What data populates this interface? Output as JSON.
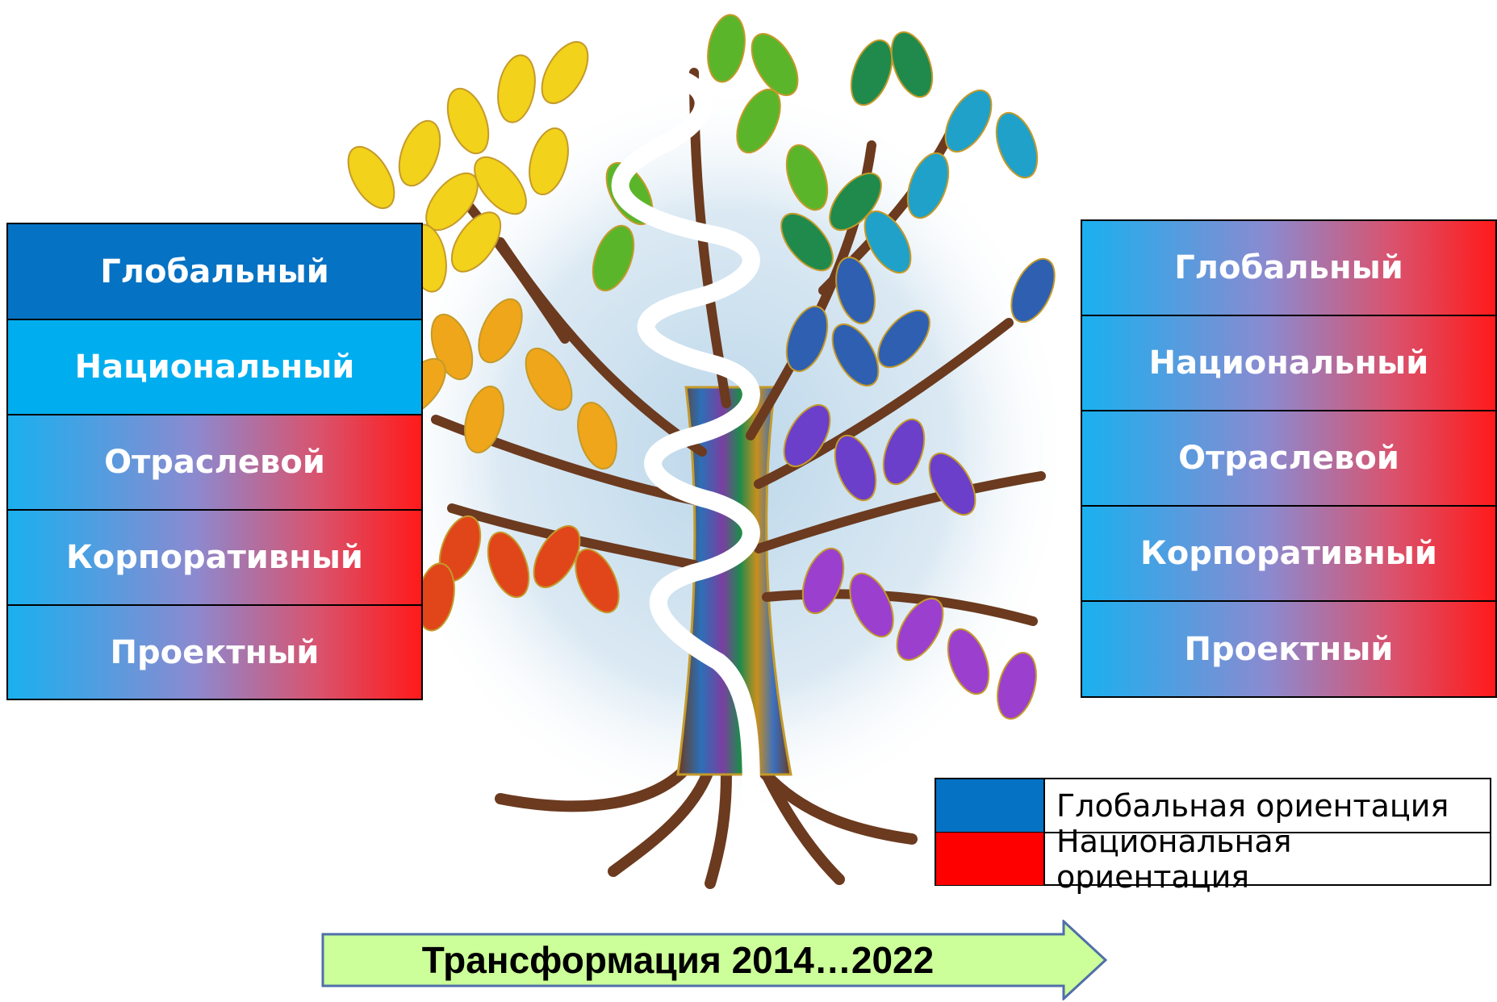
{
  "left_table": {
    "rows": [
      {
        "label": "Глобальный",
        "fill": "solid-dark"
      },
      {
        "label": "Национальный",
        "fill": "solid-light"
      },
      {
        "label": "Отраслевой",
        "fill": "gradient"
      },
      {
        "label": "Корпоративный",
        "fill": "gradient"
      },
      {
        "label": "Проектный",
        "fill": "gradient"
      }
    ]
  },
  "right_table": {
    "rows": [
      {
        "label": "Глобальный",
        "fill": "gradient"
      },
      {
        "label": "Национальный",
        "fill": "gradient"
      },
      {
        "label": "Отраслевой",
        "fill": "gradient"
      },
      {
        "label": "Корпоративный",
        "fill": "gradient"
      },
      {
        "label": "Проектный",
        "fill": "gradient"
      }
    ]
  },
  "legend": {
    "items": [
      {
        "label": "Глобальная ориентация",
        "color": "#0572C4"
      },
      {
        "label": "Национальная ориентация",
        "color": "#FF0000"
      }
    ]
  },
  "arrow": {
    "label": "Трансформация 2014…2022",
    "fill_color": "#CCFF99"
  },
  "colors": {
    "global": "#0572C4",
    "national_light": "#00AEEF",
    "national_orientation": "#FF0000",
    "gradient_start": "#1AB0EF",
    "gradient_end": "#FF1A1A"
  },
  "illustration": {
    "subject": "multicolored tree with white wavy ribbon",
    "icon": "tree-icon"
  }
}
